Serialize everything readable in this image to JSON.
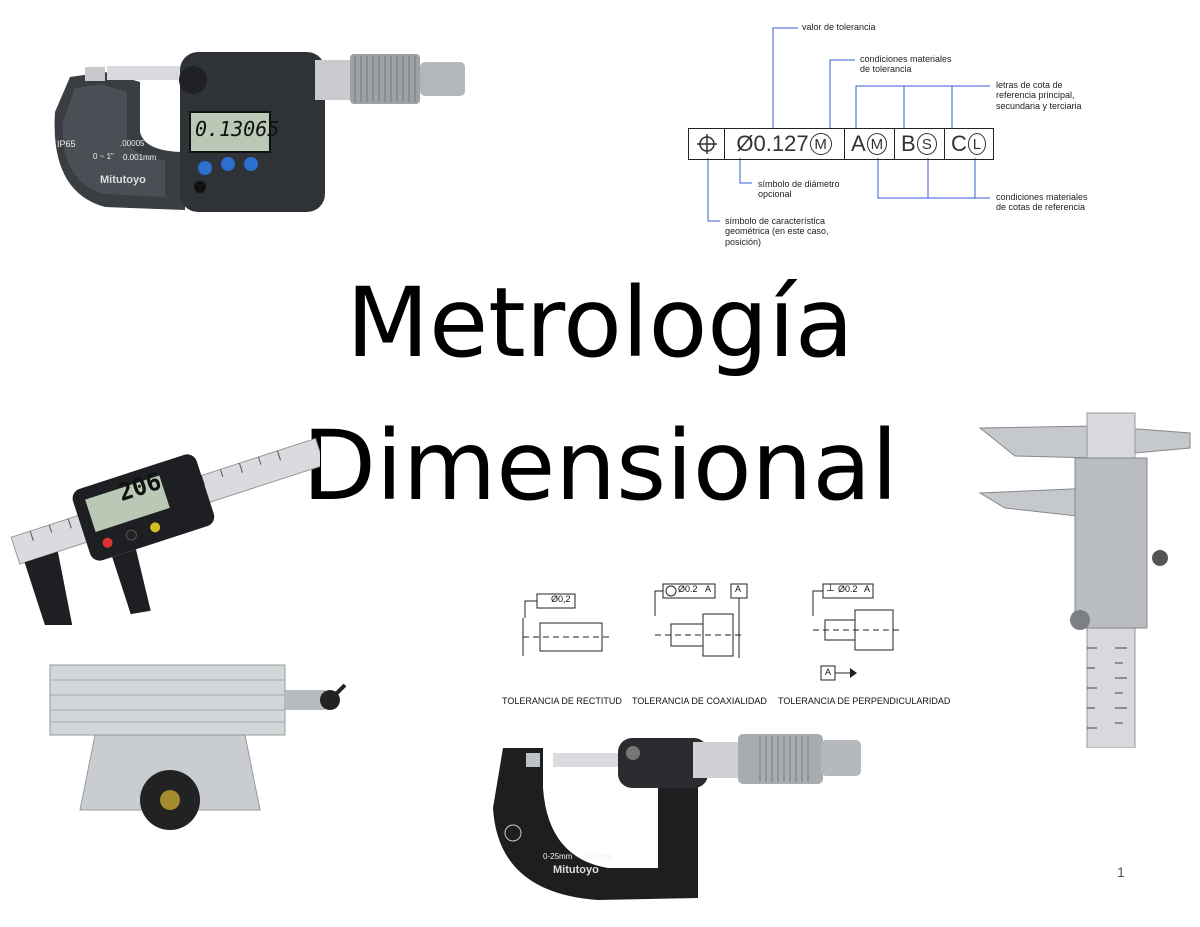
{
  "slide": {
    "title_line1": "Metrología",
    "title_line2": "Dimensional",
    "page_number": "1"
  },
  "gdt_diagram": {
    "fcf_value": "0.127",
    "fcf_mod1": "M",
    "fcf_datum_a": "A",
    "fcf_mod_a": "M",
    "fcf_datum_b": "B",
    "fcf_mod_b": "S",
    "fcf_datum_c": "C",
    "fcf_mod_c": "L",
    "label_tolerance_value": "valor de tolerancia",
    "label_material_conditions": "condiciones materiales\nde tolerancia",
    "label_datum_letters": "letras de cota de\nreferencia principal,\nsecundaria y terciaria",
    "label_diameter_symbol": "símbolo de diámetro\nopcional",
    "label_datum_material": "condiciones materiales\nde cotas de referencia",
    "label_geometric_symbol": "símbolo de característica\ngeométrica (en este caso,\nposición)"
  },
  "tolerance_examples": {
    "rectitud_frame": "Ø0,2",
    "coaxialidad_frame": "Ø0.2",
    "coaxialidad_datum": "A",
    "coaxialidad_datum_box": "A",
    "perpendicularidad_frame": "Ø0.2",
    "perpendicularidad_datum": "A",
    "perpendicularidad_datum_box": "A",
    "label_rectitud": "TOLERANCIA DE RECTITUD",
    "label_coaxialidad": "TOLERANCIA DE COAXIALIDAD",
    "label_perpendicularidad": "TOLERANCIA DE PERPENDICULARIDAD"
  },
  "instruments": {
    "digital_micrometer_display": "0.13065",
    "digital_micrometer_brand": "Mitutoyo",
    "digital_micrometer_range": "0 ~ 1\"",
    "digital_micrometer_resolution": ".00005\"",
    "digital_micrometer_resolution_mm": "0.001mm",
    "digital_micrometer_ip": "IP65",
    "digital_caliper_display": "206",
    "analog_micrometer_brand": "Mitutoyo",
    "analog_micrometer_range": "0-25mm",
    "analog_micrometer_resolution": "0.01mm"
  },
  "colors": {
    "leader_line": "#3a5bd9",
    "title_text": "#000000",
    "micrometer_body": "#3a3d42",
    "lcd": "#b9c9b5"
  }
}
